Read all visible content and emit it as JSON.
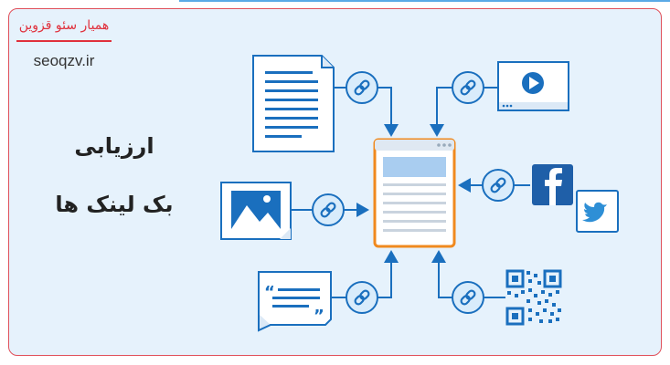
{
  "brand": {
    "name_fa": "همیار سئو قزوین",
    "url": "seoqzv.ir"
  },
  "heading": {
    "line1": "ارزیابی",
    "line2": "بک لینک ها"
  },
  "colors": {
    "border": "#e0505a",
    "background": "#e6f2fc",
    "blue": "#1a6fbe",
    "page_border": "#f0891e",
    "facebook": "#1f5fa8",
    "twitter": "#2e8fd6"
  },
  "icons": [
    "document-icon",
    "video-player-icon",
    "image-icon",
    "facebook-icon",
    "twitter-icon",
    "quote-comment-icon",
    "qr-code-icon",
    "link-chain-icon",
    "webpage-icon"
  ]
}
